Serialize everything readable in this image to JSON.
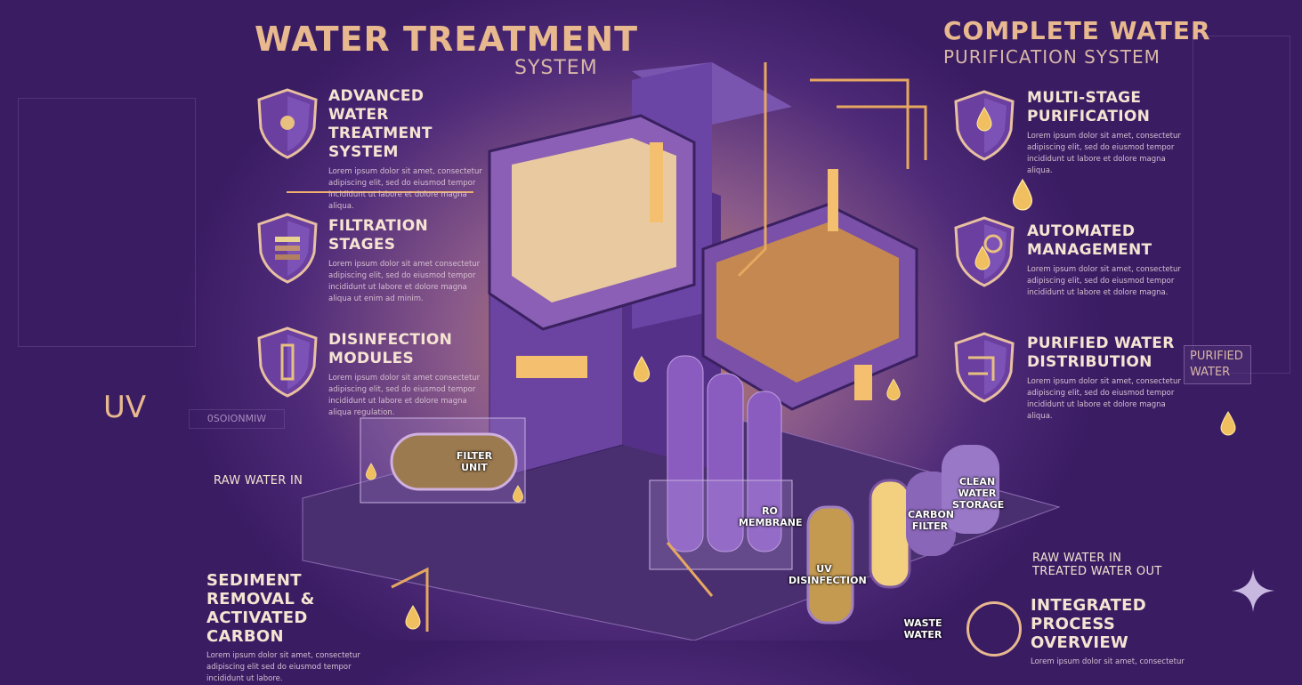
{
  "header": {
    "title": "WATER TREATMENT",
    "subtitle": "SYSTEM",
    "right_title": "COMPLETE WATER",
    "right_subtitle": "PURIFICATION SYSTEM"
  },
  "left_features": [
    {
      "title": "ADVANCED WATER TREATMENT SYSTEM",
      "body": "Lorem ipsum dolor sit amet, consectetur adipiscing elit, sed do eiusmod tempor incididunt ut labore et dolore magna aliqua.",
      "icon": "network-chip-icon"
    },
    {
      "title": "FILTRATION STAGES",
      "body": "Lorem ipsum dolor sit amet consectetur adipiscing elit, sed do eiusmod tempor incididunt ut labore et dolore magna aliqua ut enim ad minim.",
      "icon": "filter-layers-icon"
    },
    {
      "title": "DISINFECTION MODULES",
      "body": "Lorem ipsum dolor sit amet consectetur adipiscing elit, sed do eiusmod tempor incididunt ut labore et dolore magna aliqua regulation.",
      "icon": "uv-lamp-icon"
    }
  ],
  "right_features": [
    {
      "title": "MULTI-STAGE PURIFICATION",
      "body": "Lorem ipsum dolor sit amet, consectetur adipiscing elit, sed do eiusmod tempor incididunt ut labore et dolore magna aliqua.",
      "icon": "droplets-filter-icon"
    },
    {
      "title": "AUTOMATED MANAGEMENT",
      "body": "Lorem ipsum dolor sit amet, consectetur adipiscing elit, sed do eiusmod tempor incididunt ut labore et dolore magna.",
      "icon": "gears-droplet-icon"
    },
    {
      "title": "PURIFIED WATER DISTRIBUTION",
      "body": "Lorem ipsum dolor sit amet, consectetur adipiscing elit, sed do eiusmod tempor incididunt ut labore et dolore magna aliqua.",
      "icon": "pipes-icon"
    }
  ],
  "bottom_left": {
    "title": "SEDIMENT REMOVAL & ACTIVATED CARBON",
    "body": "Lorem ipsum dolor sit amet, consectetur adipiscing elit sed do eiusmod tempor incididunt ut labore."
  },
  "bottom_right": {
    "title": "INTEGRATED PROCESS OVERVIEW",
    "body": "Lorem ipsum dolor sit amet, consectetur"
  },
  "side": {
    "uv": "UV",
    "code": "0SOIONMIW",
    "purified_badge": "PURIFIED WATER"
  },
  "labels": {
    "raw_water_in": "RAW WATER IN",
    "filter_unit": "FILTER UNIT",
    "ro_membrane": "RO MEMBRANE",
    "uv_disinfection": "UV DISINFECTION",
    "carbon_filter": "CARBON FILTER",
    "clean_water_storage": "CLEAN WATER STORAGE",
    "flow_out": "RAW WATER IN\nTREATED WATER OUT",
    "waste_water": "WASTE WATER"
  },
  "colors": {
    "background": "#4e2a78",
    "accent": "#e8b88e",
    "gold": "#f0c060",
    "purple": "#7a4fb0"
  }
}
